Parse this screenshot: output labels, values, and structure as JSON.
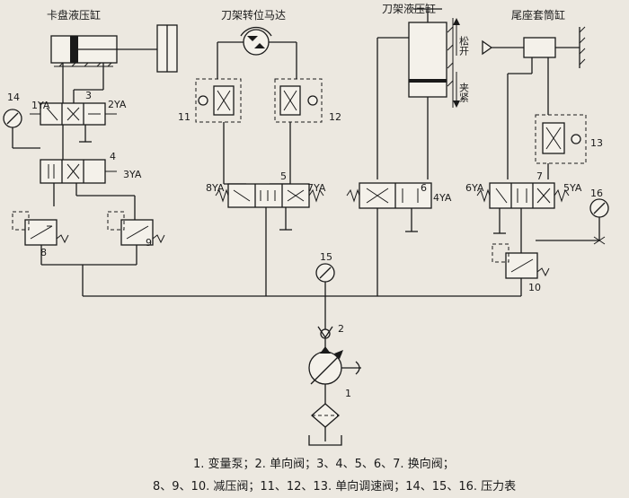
{
  "titles": {
    "chuck_cylinder": "卡盘液压缸",
    "turret_motor": "刀架转位马达",
    "turret_cylinder": "刀架液压缸",
    "tailstock_cylinder": "尾座套筒缸"
  },
  "annotations": {
    "loosen": "松开",
    "clamp": "夹紧"
  },
  "labels": {
    "n1": "1",
    "n2": "2",
    "n3": "3",
    "n4": "4",
    "n5": "5",
    "n6": "6",
    "n7": "7",
    "n8": "8",
    "n9": "9",
    "n10": "10",
    "n11": "11",
    "n12": "12",
    "n13": "13",
    "n14": "14",
    "n15": "15",
    "n16": "16",
    "s1YA": "1YA",
    "s2YA": "2YA",
    "s3YA": "3YA",
    "s4YA": "4YA",
    "s5YA": "5YA",
    "s6YA": "6YA",
    "s7YA": "7YA",
    "s8YA": "8YA"
  },
  "caption": {
    "line1": "1. 变量泵；2. 单向阀；3、4、5、6、7. 换向阀；",
    "line2": "8、9、10. 减压阀；11、12、13. 单向调速阀；14、15、16. 压力表"
  }
}
